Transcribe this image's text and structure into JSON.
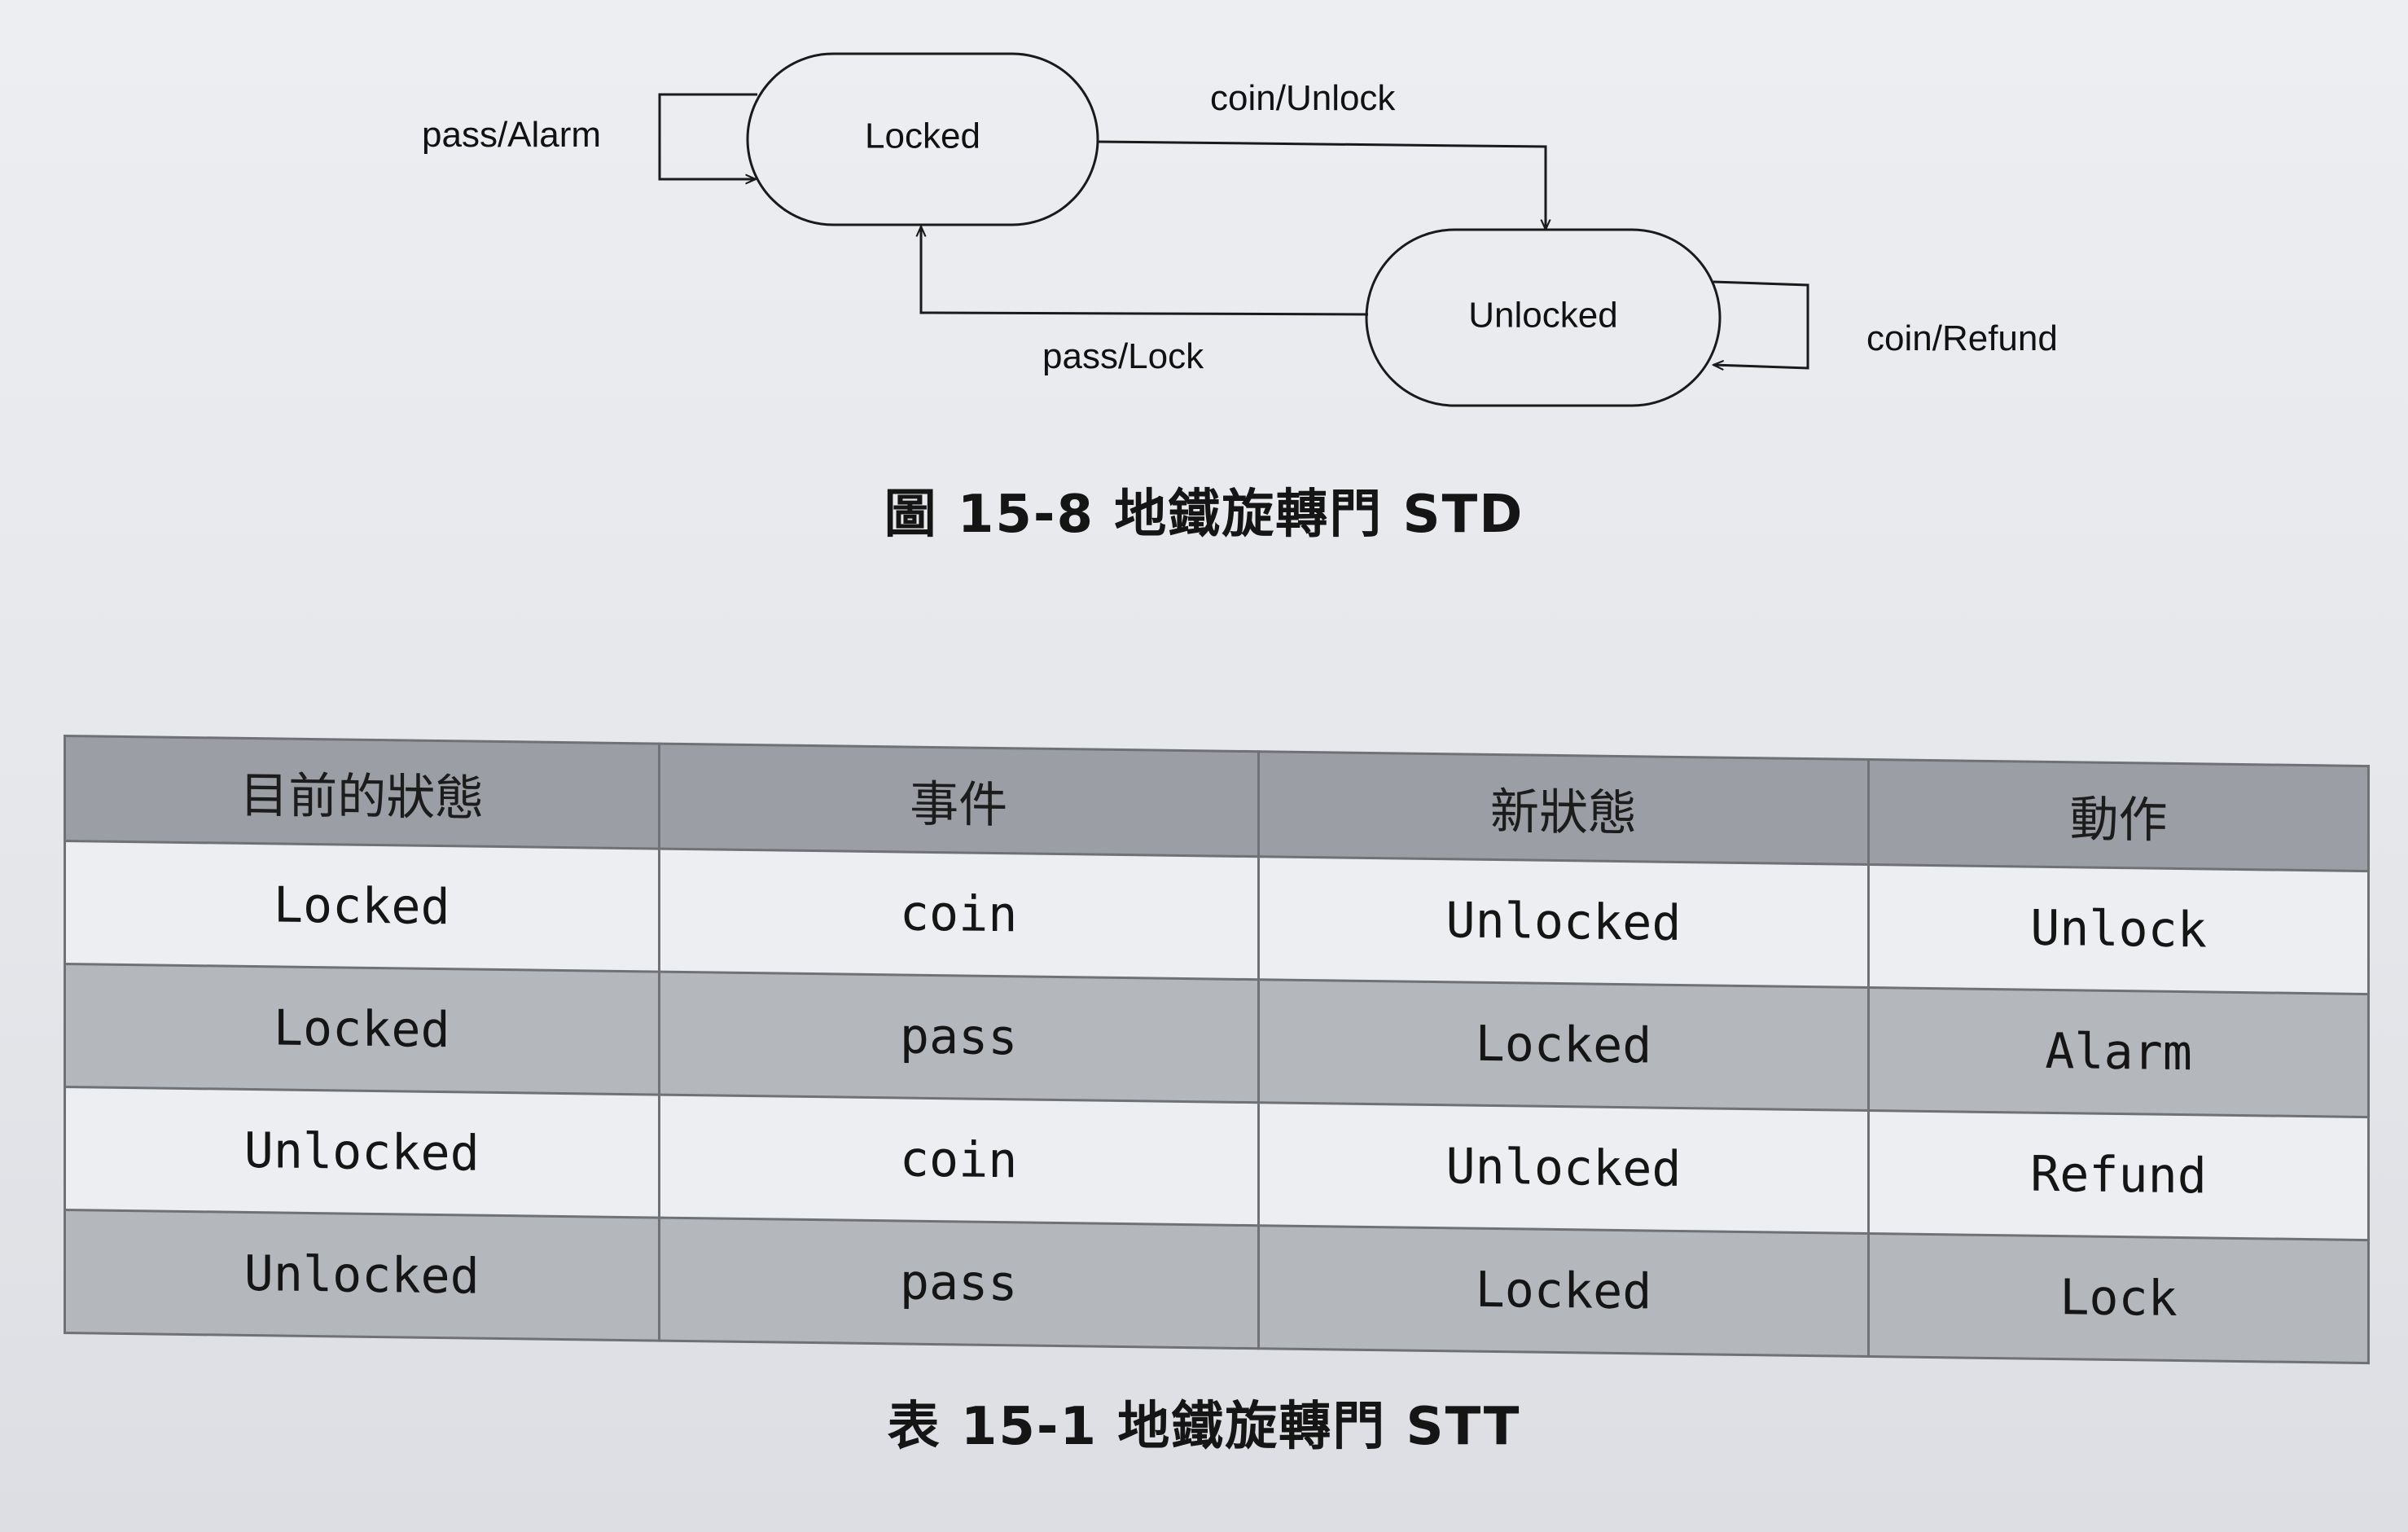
{
  "diagram": {
    "states": [
      {
        "id": "locked",
        "label": "Locked"
      },
      {
        "id": "unlocked",
        "label": "Unlocked"
      }
    ],
    "transitions": [
      {
        "from": "locked",
        "to": "locked",
        "label": "pass/Alarm"
      },
      {
        "from": "locked",
        "to": "unlocked",
        "label": "coin/Unlock"
      },
      {
        "from": "unlocked",
        "to": "locked",
        "label": "pass/Lock"
      },
      {
        "from": "unlocked",
        "to": "unlocked",
        "label": "coin/Refund"
      }
    ],
    "caption": "圖 15-8  地鐵旋轉門 STD"
  },
  "table": {
    "headers": [
      "目前的狀態",
      "事件",
      "新狀態",
      "動作"
    ],
    "rows": [
      [
        "Locked",
        "coin",
        "Unlocked",
        "Unlock"
      ],
      [
        "Locked",
        "pass",
        "Locked",
        "Alarm"
      ],
      [
        "Unlocked",
        "coin",
        "Unlocked",
        "Refund"
      ],
      [
        "Unlocked",
        "pass",
        "Locked",
        "Lock"
      ]
    ],
    "caption": "表 15-1  地鐵旋轉門 STT"
  }
}
